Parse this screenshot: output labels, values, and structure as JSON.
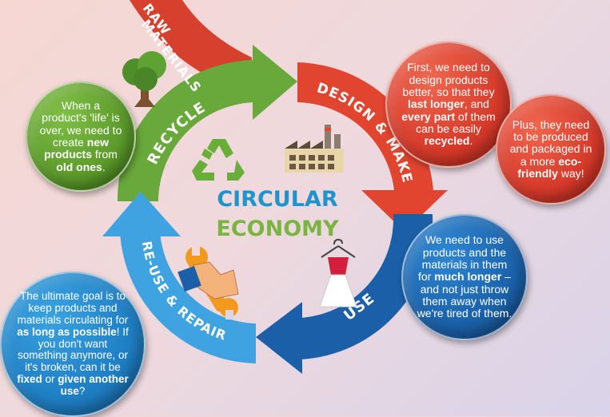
{
  "diagram": {
    "center_title_line1": "CIRCULAR",
    "center_title_line2": "ECONOMY",
    "stages": {
      "raw_materials": "RAW MATERIALS",
      "raw_materials_line1": "RAW",
      "raw_materials_line2": "MATERIALS",
      "design_make": "DESIGN & MAKE",
      "use": "USE",
      "reuse_repair": "RE-USE & REPAIR",
      "recycle": "RECYCLE"
    },
    "colors": {
      "recycle": "#69a83a",
      "design_make": "#e2452f",
      "use": "#1b5fa8",
      "reuse_repair": "#3ea3e0",
      "raw_materials": "#d8402e",
      "title_blue": "#1c95cf",
      "title_green": "#7ab541"
    },
    "icons": [
      "tree-icon",
      "recycle-icon",
      "factory-icon",
      "dress-icon",
      "wrench-icon"
    ]
  },
  "bubbles": {
    "recycle": {
      "pre1": "When a product's 'life' is over, we need to create ",
      "b1": "new products",
      "mid1": " from ",
      "b2": "old ones",
      "post": "."
    },
    "design1": {
      "pre1": "First, we need to design products better, so that they ",
      "b1": "last longer",
      "mid1": ", and ",
      "b2": "every part",
      "mid2": " of them can be easily ",
      "b3": "recycled",
      "post": "."
    },
    "design2": {
      "pre1": "Plus, they need to be produced and packaged in a more ",
      "b1": "eco-friendly",
      "post": " way!"
    },
    "use": {
      "pre1": "We need to use products and the materials in them for ",
      "b1": "much longer",
      "post": " – and not just throw them away when we're tired of them."
    },
    "repair": {
      "pre1": "The ultimate goal is to keep products and materials circulating for ",
      "b1": "as long as possible",
      "mid1": "! If you don't want something anymore, or it's broken, can it be ",
      "b2": "fixed",
      "mid2": " or ",
      "b3": "given another use",
      "post": "?"
    }
  }
}
